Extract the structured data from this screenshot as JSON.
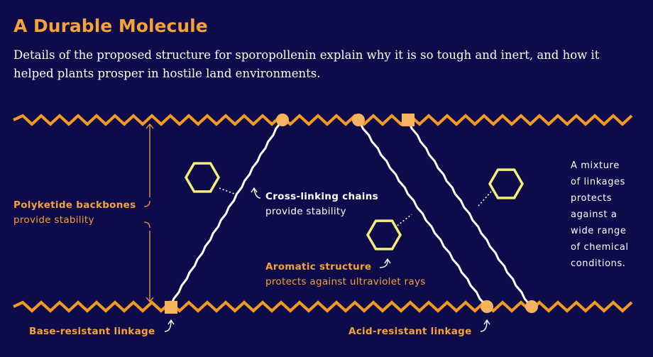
{
  "header": {
    "title": "A Durable Molecule",
    "subtitle": "Details of the proposed structure for sporopollenin explain why it is so tough and inert, and how it helped plants prosper in hostile land environments."
  },
  "labels": {
    "backbones": {
      "title": "Polyketide backbones",
      "desc": "provide stability"
    },
    "crosslinking": {
      "title": "Cross-linking chains",
      "desc": "provide stability"
    },
    "aromatic": {
      "title": "Aromatic structure",
      "desc": "protects against ultraviolet rays"
    },
    "base_linkage": "Base-resistant linkage",
    "acid_linkage": "Acid-resistant linkage",
    "mixture": "A mixture\nof linkages\nprotects\nagainst a\nwide range\nof  chemical\nconditions."
  },
  "colors": {
    "background": "#0d0b4a",
    "accent": "#f6a13a",
    "backbone": "#f39a20",
    "node_fill": "#f6b35e",
    "chain": "#ffffff",
    "hexagon": "#f5ef7a"
  }
}
